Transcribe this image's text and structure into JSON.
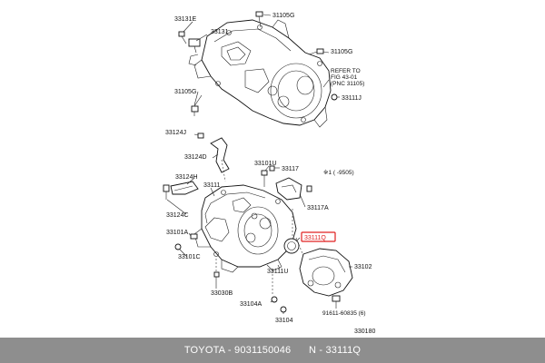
{
  "labels": {
    "p33131E": "33131E",
    "p33131": "33131",
    "p31105G_top": "31105G",
    "p31105G_right": "31105G",
    "refer_line1": "REFER TO",
    "refer_line2": "FIG 43-01",
    "refer_line3": "(PNC 31105)",
    "p31105G_mid": "31105G",
    "p33111J": "33111J",
    "p33124J": "33124J",
    "p33124D": "33124D",
    "p33101U_top": "33101U",
    "p33117": "33117",
    "star_note": "※1 (    -9505)",
    "p33124H": "33124H",
    "p33111": "33111",
    "p33124C": "33124C",
    "p33117A": "33117A",
    "p33101A": "33101A",
    "p33111Q": "33111Q",
    "p33101C": "33101C",
    "p33102": "33102",
    "p33111U": "33111U",
    "p33030B": "33030B",
    "p33104A": "33104A",
    "p91611": "91611-60835 (6)",
    "p33104": "33104",
    "fig_number": "330180"
  },
  "highlight_color": "#e02020",
  "footer": {
    "brand": "TOYOTA",
    "part_number": "9031150046",
    "ref": "N - 33111Q"
  }
}
